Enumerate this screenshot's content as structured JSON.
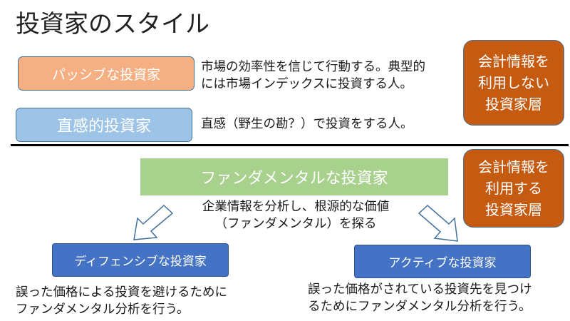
{
  "title": "投資家のスタイル",
  "passive": {
    "label": "パッシブな投資家",
    "desc_line1": "市場の効率性を信じて行動する。典型的",
    "desc_line2": "には市場インデックスに投資する人。"
  },
  "intuitive": {
    "label": "直感的投資家",
    "desc": "直感（野生の勘？）で投資をする人。"
  },
  "badge_no_info": {
    "line1": "会計情報を",
    "line2": "利用しない",
    "line3": "投資家層"
  },
  "badge_uses_info": {
    "line1": "会計情報を",
    "line2": "利用する",
    "line3": "投資家層"
  },
  "fundamental": {
    "label": "ファンダメンタルな投資家",
    "desc_line1": "企業情報を分析し、根源的な価値",
    "desc_line2": "（ファンダメンタル）を探る"
  },
  "defensive": {
    "label": "ディフェンシブな投資家",
    "desc_line1": "誤った価格による投資を避けるために",
    "desc_line2": "ファンダメンタル分析を行う。"
  },
  "active": {
    "label": "アクティブな投資家",
    "desc_line1": "誤った価格がされている投資先を見つけ",
    "desc_line2": "るためにファンダメンタル分析を行う。"
  },
  "colors": {
    "passive_fill": "#f4b083",
    "intuitive_fill": "#9dc3e6",
    "badge_fill": "#c55a11",
    "fundamental_fill": "#a9d18e",
    "style_fill": "#4472c4",
    "box_border": "#41719c"
  }
}
